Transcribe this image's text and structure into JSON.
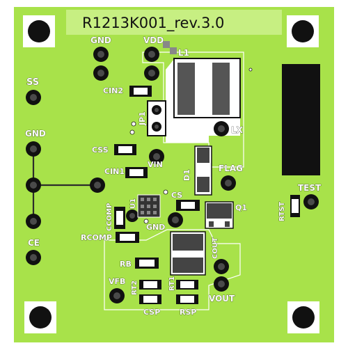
{
  "title": "R1213K001_rev.3.0",
  "colors": {
    "board": "#a8e24a",
    "copper": "#c7ef82",
    "dark": "#111111",
    "silk": "#ffffff",
    "pad": "#4a4a4a",
    "trace": "#2b2b2b"
  },
  "labels": {
    "gnd_top": "GND",
    "vdd": "VDD",
    "l1": "L1",
    "ss": "SS",
    "cin2": "CIN2",
    "jp1": "JP1",
    "lx": "LX",
    "gnd_left": "GND",
    "css": "CSS",
    "vin": "VIN",
    "cin1": "CIN1",
    "d1": "D1",
    "flag": "FLAG",
    "test": "TEST",
    "rtst": "RTST",
    "u1": "U1",
    "cs": "CS",
    "q1": "Q1",
    "ccomp": "CCOMP",
    "gnd_mid": "GND",
    "ce": "CE",
    "rcomp": "RCOMP",
    "cout": "COUT",
    "rb": "RB",
    "vfb": "VFB",
    "rt2": "RT2",
    "rt1": "RT1",
    "vout": "VOUT",
    "csp": "CSP",
    "rsp": "RSP"
  }
}
